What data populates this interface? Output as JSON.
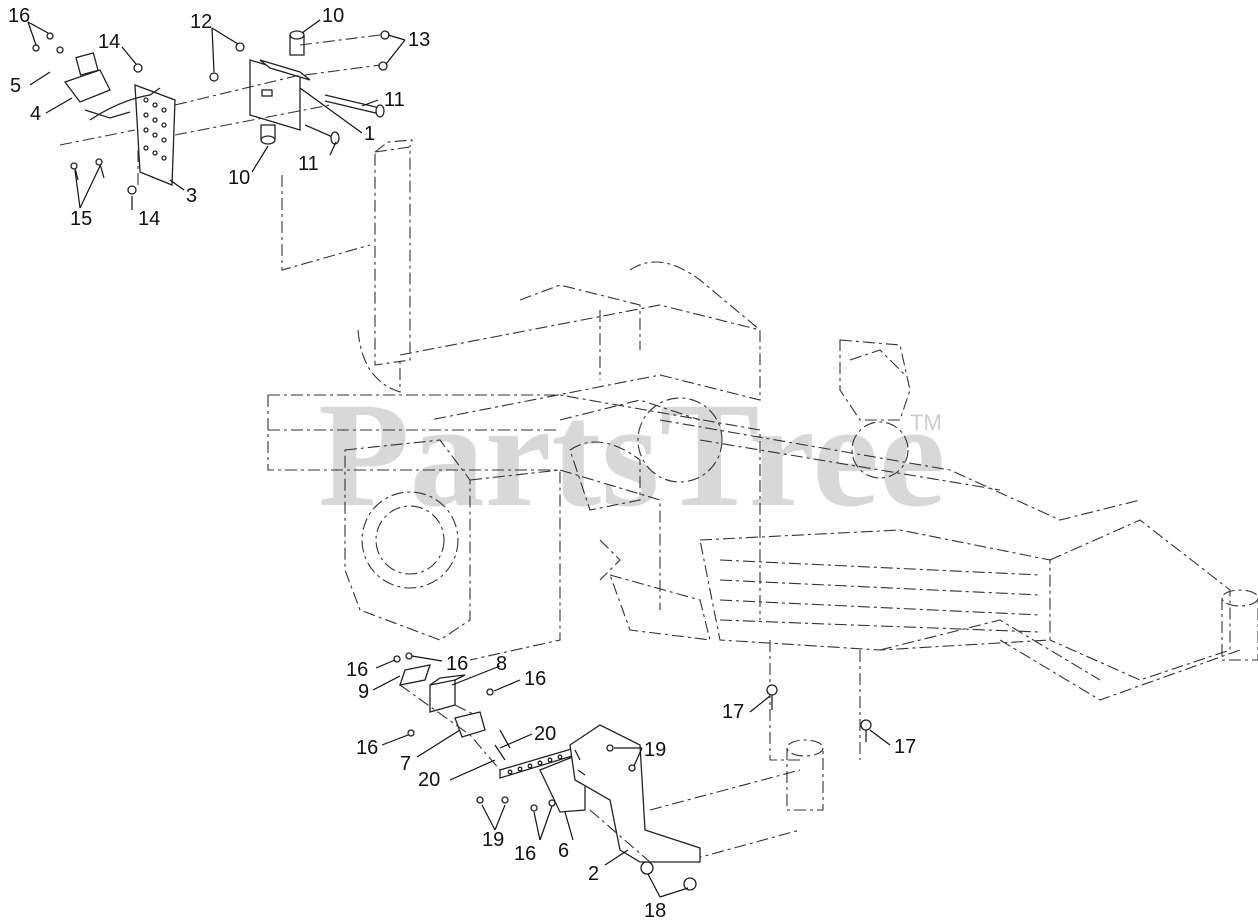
{
  "watermark": {
    "text": "PartsTree",
    "tm": "TM"
  },
  "callouts": [
    {
      "id": "c16a",
      "text": "16"
    },
    {
      "id": "c5",
      "text": "5"
    },
    {
      "id": "c4",
      "text": "4"
    },
    {
      "id": "c14a",
      "text": "14"
    },
    {
      "id": "c12",
      "text": "12"
    },
    {
      "id": "c10a",
      "text": "10"
    },
    {
      "id": "c13",
      "text": "13"
    },
    {
      "id": "c11a",
      "text": "11"
    },
    {
      "id": "c1",
      "text": "1"
    },
    {
      "id": "c11b",
      "text": "11"
    },
    {
      "id": "c10b",
      "text": "10"
    },
    {
      "id": "c3",
      "text": "3"
    },
    {
      "id": "c15",
      "text": "15"
    },
    {
      "id": "c14b",
      "text": "14"
    },
    {
      "id": "c16b",
      "text": "16"
    },
    {
      "id": "c16c",
      "text": "16"
    },
    {
      "id": "c9",
      "text": "9"
    },
    {
      "id": "c8",
      "text": "8"
    },
    {
      "id": "c16d",
      "text": "16"
    },
    {
      "id": "c16e",
      "text": "16"
    },
    {
      "id": "c7",
      "text": "7"
    },
    {
      "id": "c20a",
      "text": "20"
    },
    {
      "id": "c20b",
      "text": "20"
    },
    {
      "id": "c19a",
      "text": "19"
    },
    {
      "id": "c19b",
      "text": "19"
    },
    {
      "id": "c16f",
      "text": "16"
    },
    {
      "id": "c6",
      "text": "6"
    },
    {
      "id": "c2",
      "text": "2"
    },
    {
      "id": "c18",
      "text": "18"
    },
    {
      "id": "c17a",
      "text": "17"
    },
    {
      "id": "c17b",
      "text": "17"
    }
  ]
}
